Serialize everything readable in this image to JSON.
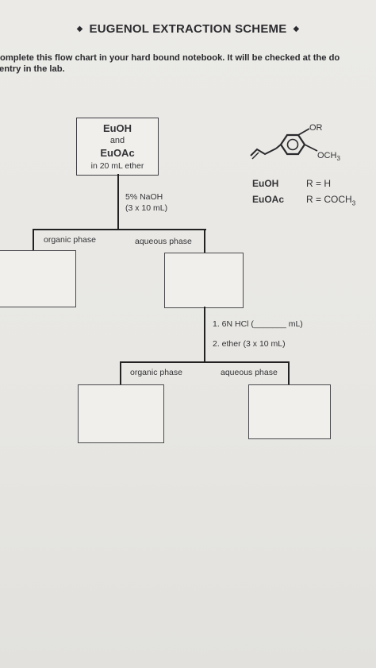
{
  "title": {
    "text": "EUGENOL EXTRACTION SCHEME",
    "bullet_left": "◆",
    "bullet_right": "◆"
  },
  "instructions": {
    "line1": "omplete this flow chart in your hard bound notebook.   It will be checked at the do",
    "line2": "entry in the lab."
  },
  "start_box": {
    "line1": "EuOH",
    "line2": "and",
    "line3": "EuOAc",
    "line4": "in 20 mL ether"
  },
  "structure": {
    "or_label": "OR",
    "och3_label": "OCH",
    "och3_sub": "3"
  },
  "r_groups": {
    "row1_name": "EuOH",
    "row1_value": "R = H",
    "row2_name": "EuOAc",
    "row2_value": "R = COCH",
    "row2_sub": "3"
  },
  "step1": {
    "reagent": "5% NaOH",
    "amount": "(3 x 10 mL)"
  },
  "split1": {
    "left_label": "organic phase",
    "right_label": "aqueous phase"
  },
  "step2": {
    "reagent1": "1.  6N HCl (_______ mL)",
    "reagent2": "2.  ether (3 x 10 mL)"
  },
  "split2": {
    "left_label": "organic phase",
    "right_label": "aqueous phase"
  }
}
